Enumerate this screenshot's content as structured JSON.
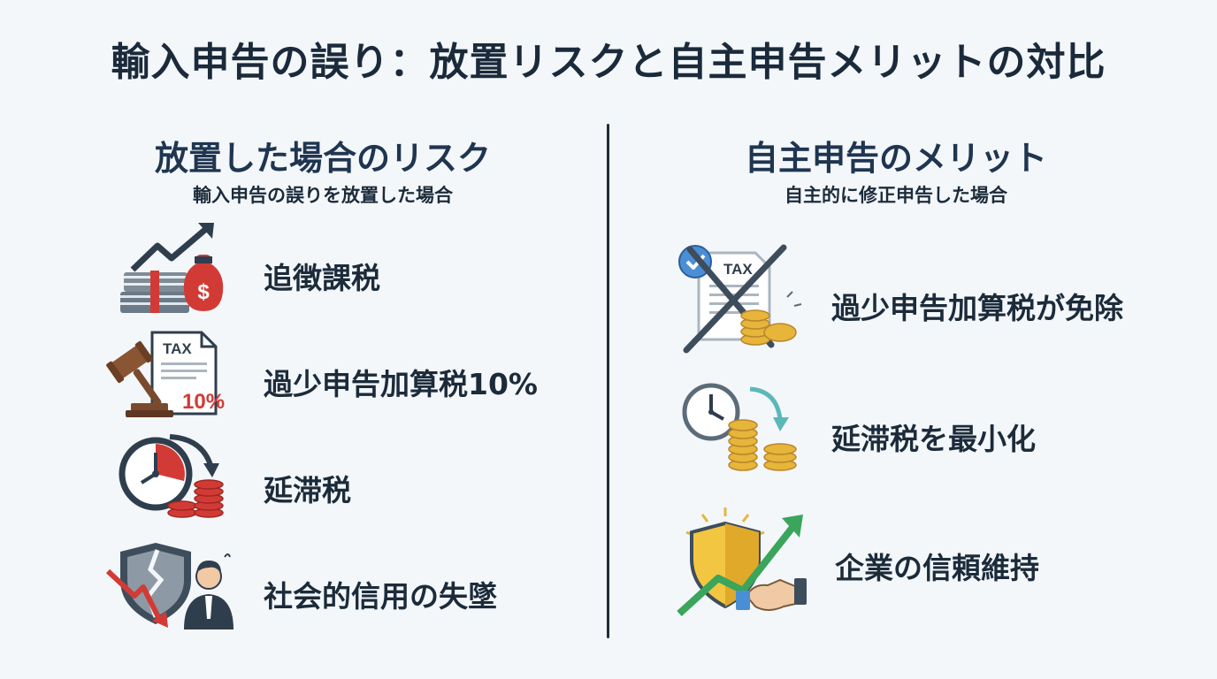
{
  "title": "輸入申告の誤り：放置リスクと自主申告メリットの対比",
  "left": {
    "heading": "放置した場合のリスク",
    "subheading": "輸入申告の誤りを放置した場合",
    "items": [
      {
        "label": "追徴課税",
        "icon": "money-bag-rising-arrow-icon"
      },
      {
        "label": "過少申告加算税10%",
        "icon": "gavel-tax-document-icon",
        "badge": "10%",
        "doc_label": "TAX"
      },
      {
        "label": "延滞税",
        "icon": "clock-coins-icon"
      },
      {
        "label": "社会的信用の失墜",
        "icon": "broken-shield-businessman-icon"
      }
    ]
  },
  "right": {
    "heading": "自主申告のメリット",
    "subheading": "自主的に修正申告した場合",
    "items": [
      {
        "label": "過少申告加算税が免除",
        "icon": "crossed-tax-document-coins-icon",
        "doc_label": "TAX"
      },
      {
        "label": "延滞税を最小化",
        "icon": "clock-coins-decrease-icon"
      },
      {
        "label": "企業の信頼維持",
        "icon": "shield-handshake-icon"
      }
    ]
  },
  "colors": {
    "background": "#f3f7fa",
    "text": "#1c2b3a",
    "heading": "#1f3550",
    "risk_red": "#d23b35",
    "gold": "#e6b53a",
    "green": "#3aa55b",
    "teal": "#5bb8b8"
  }
}
